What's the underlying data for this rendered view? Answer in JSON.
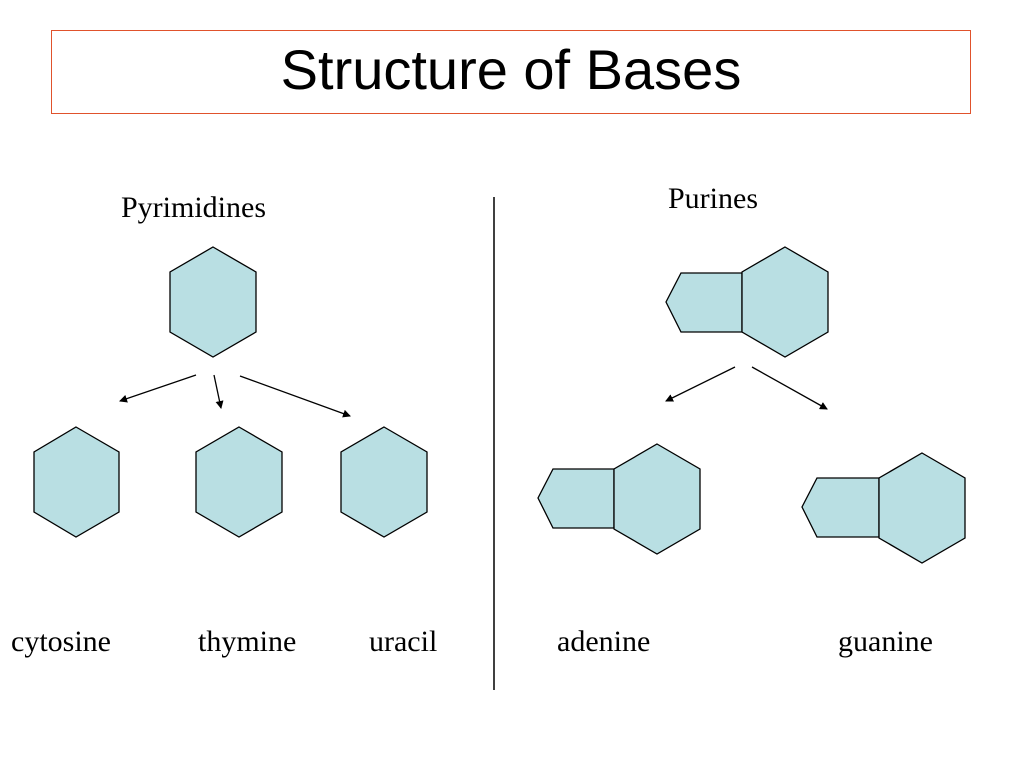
{
  "title": "Structure of Bases",
  "groups": {
    "left": {
      "heading": "Pyrimidines",
      "bases": [
        "cytosine",
        "thymine",
        "uracil"
      ]
    },
    "right": {
      "heading": "Purines",
      "bases": [
        "adenine",
        "guanine"
      ]
    }
  },
  "colors": {
    "ring_fill": "#b9dfe3",
    "ring_stroke": "#000000",
    "title_border": "#e0522c"
  }
}
